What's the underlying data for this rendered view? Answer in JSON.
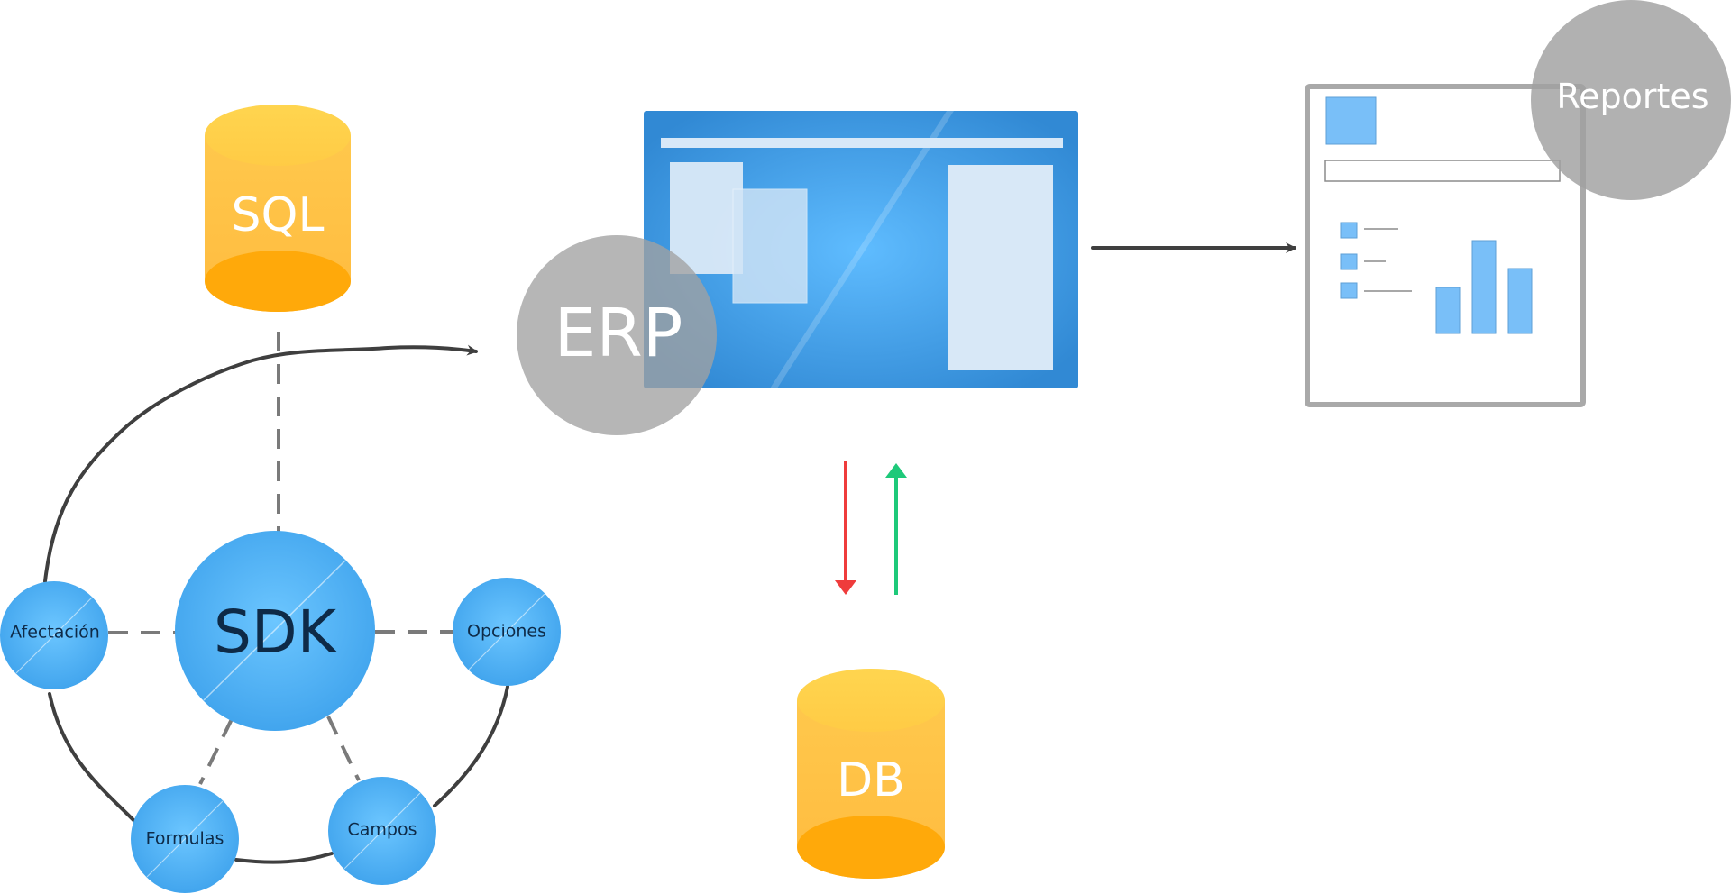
{
  "labels": {
    "sql": "SQL",
    "db": "DB",
    "erp": "ERP",
    "reportes": "Reportes",
    "sdk": "SDK",
    "afectacion": "Afectación",
    "opciones": "Opciones",
    "formulas": "Formulas",
    "campos": "Campos"
  },
  "colors": {
    "database_top": "#ffd24f",
    "database_body": "#ffbe44",
    "database_bottom": "#ffa90a",
    "erp_window": "#3a94dc",
    "node_blue": "#44a8ef",
    "overlay_circle": "#a0a0a0",
    "connector": "#3f3f3f",
    "dashed": "#7a7a7a",
    "arrow_down": "#ef3c3c",
    "arrow_up": "#1ec97a",
    "report_accent": "#79bff8"
  },
  "icons": {
    "sql": "database-icon",
    "db": "database-icon",
    "erp": "app-window-icon",
    "reportes": "report-document-icon"
  }
}
